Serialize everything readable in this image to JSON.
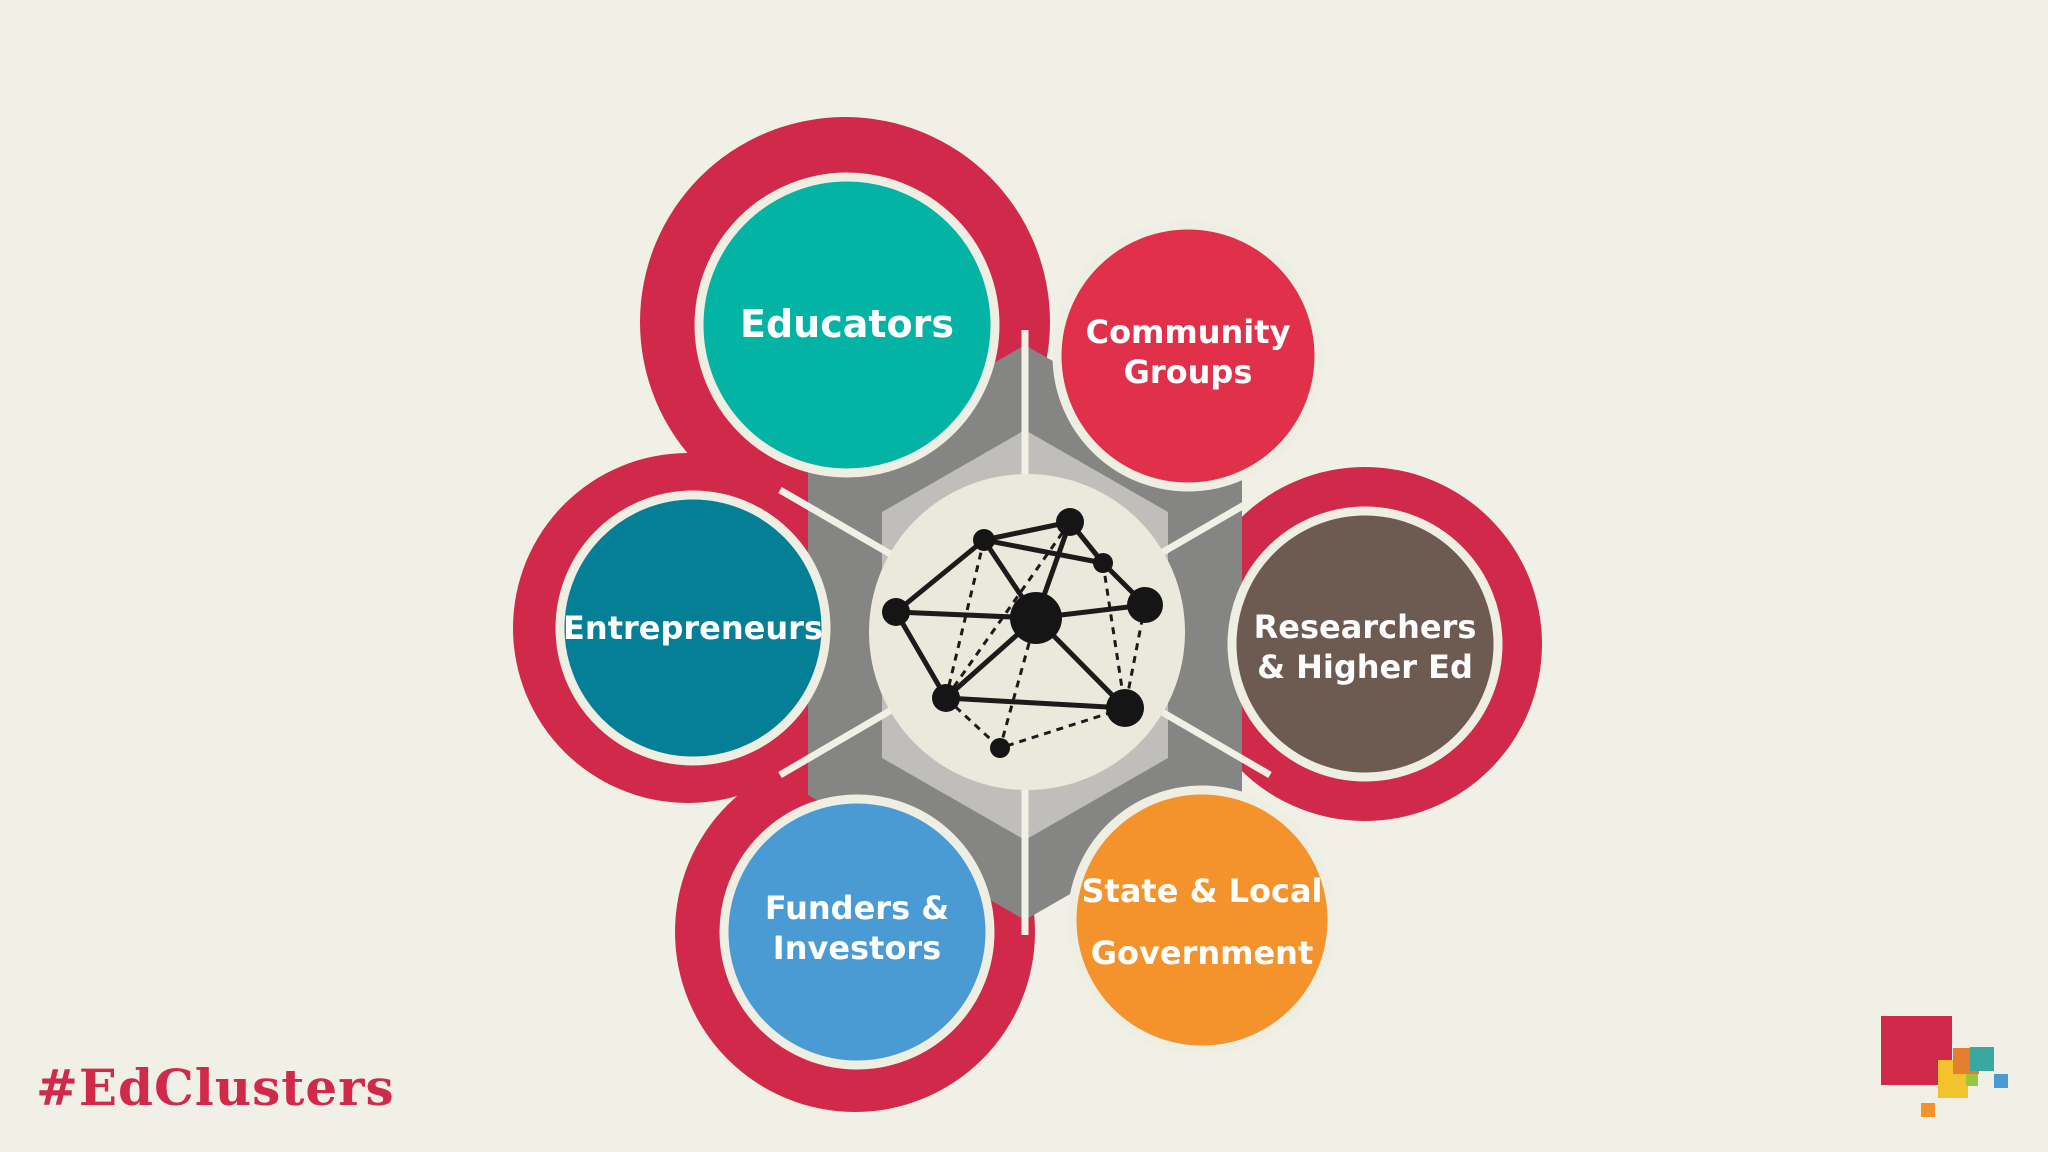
{
  "colors": {
    "background": "#f1f0e6",
    "ring_red": "#d0294a",
    "connector_dark": "#858583",
    "connector_light": "#bfbebb",
    "hub_fill": "#ebe9dc",
    "educators": "#03b3a3",
    "community": "#e0304a",
    "researchers": "#6d5b51",
    "government": "#f4922c",
    "funders": "#4a9ad3",
    "entrepreneurs": "#047f95"
  },
  "hub": {
    "icon": "network-graph-icon"
  },
  "nodes": {
    "educators": {
      "lines": [
        "Educators"
      ]
    },
    "community": {
      "lines": [
        "Community",
        "Groups"
      ]
    },
    "researchers": {
      "lines": [
        "Researchers",
        "& Higher Ed"
      ]
    },
    "government": {
      "lines": [
        "State & Local",
        "Government"
      ]
    },
    "funders": {
      "lines": [
        "Funders &",
        "Investors"
      ]
    },
    "entrepreneurs": {
      "lines": [
        "Entrepreneurs"
      ]
    }
  },
  "footer": {
    "hashtag": "#EdClusters",
    "logo_icon": "pixel-squares-logo"
  }
}
